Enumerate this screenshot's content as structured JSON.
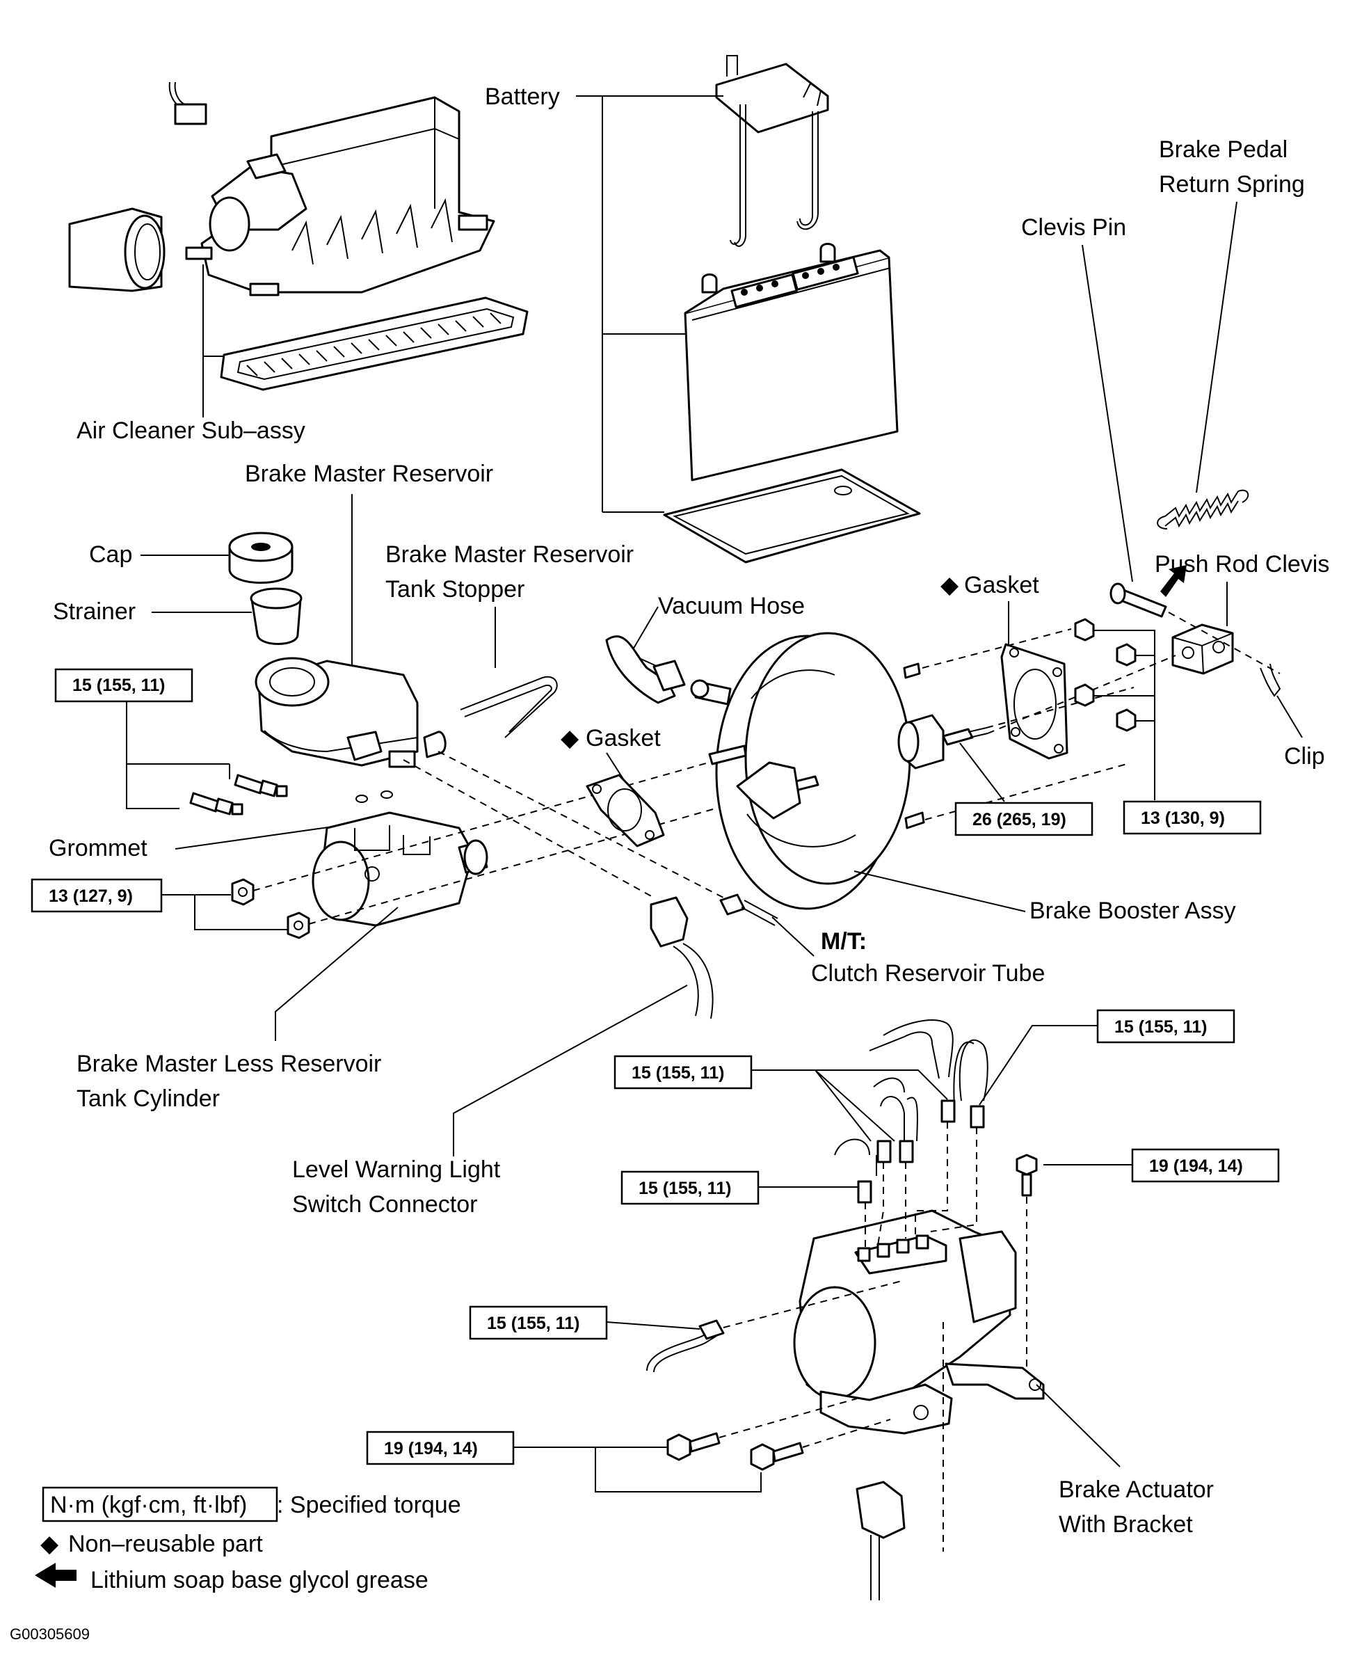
{
  "labels": {
    "battery": "Battery",
    "brake_pedal_return_spring": [
      "Brake Pedal",
      "Return Spring"
    ],
    "clevis_pin": "Clevis Pin",
    "air_cleaner": "Air Cleaner Sub–assy",
    "brake_master_reservoir": "Brake Master Reservoir",
    "tank_stopper": [
      "Brake Master Reservoir",
      "Tank Stopper"
    ],
    "cap": "Cap",
    "strainer": "Strainer",
    "vacuum_hose": "Vacuum Hose",
    "gasket_right": "Gasket",
    "gasket_left": "Gasket",
    "push_rod_clevis": "Push Rod Clevis",
    "clip": "Clip",
    "grommet": "Grommet",
    "brake_booster": "Brake Booster Assy",
    "mt": "M/T:",
    "clutch_reservoir_tube": "Clutch Reservoir Tube",
    "master_cylinder": [
      "Brake Master Less Reservoir",
      "Tank Cylinder"
    ],
    "level_warning": [
      "Level Warning Light",
      "Switch Connector"
    ],
    "brake_actuator": [
      "Brake Actuator",
      "With Bracket"
    ]
  },
  "torque_specs": {
    "reservoir_fittings": "15 (155, 11)",
    "master_cyl_nuts": "13 (127, 9)",
    "booster_pushrod": "26 (265, 19)",
    "booster_nuts": "13 (130, 9)",
    "actuator_line_top_right": "15 (155, 11)",
    "actuator_line_top_left": "15 (155, 11)",
    "actuator_line_mid": "15 (155, 11)",
    "actuator_bolt_top": "19 (194, 14)",
    "actuator_line_side": "15 (155, 11)",
    "actuator_bolts_bottom": "19 (194, 14)"
  },
  "legend": {
    "torque_box": "N·m (kgf·cm, ft·lbf)",
    "torque_text": ": Specified torque",
    "nonreusable_symbol": "◆",
    "nonreusable_text": "Non–reusable part",
    "grease_text": "Lithium soap base glycol grease"
  },
  "gasket_symbol": "◆",
  "figure_id": "G00305609"
}
